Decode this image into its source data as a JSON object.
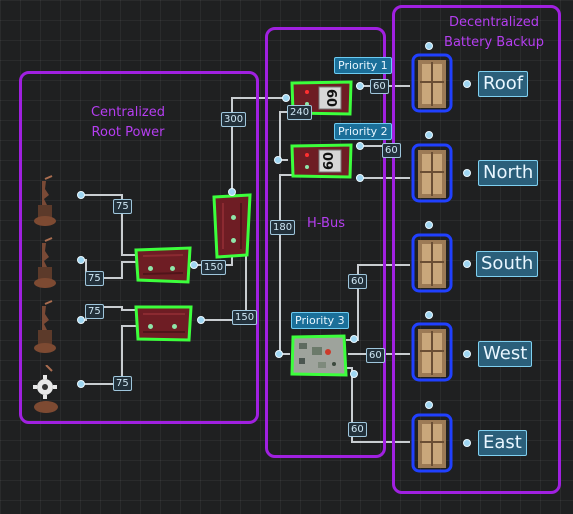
{
  "groups": {
    "centralized": {
      "title": "Centralized\nRoot Power"
    },
    "hbus": {
      "title": "H-Bus"
    },
    "decentralized": {
      "title": "Decentralized\nBattery Backup"
    }
  },
  "colors": {
    "group_border": "#a020e0",
    "wire": "#bfc3c7",
    "selected_outline": "#3cff3c",
    "battery_outline": "#2040ff",
    "flow_label_bg": "#22303a"
  },
  "generators": [
    {
      "icon": "generator-tower-icon"
    },
    {
      "icon": "generator-tower-icon"
    },
    {
      "icon": "generator-tower-icon"
    },
    {
      "icon": "gear-generator-icon"
    }
  ],
  "flows": {
    "g1": "75",
    "g2": "75",
    "g3": "75",
    "g4": "75",
    "b1_out": "150",
    "b2_out": "150",
    "tall_out": "300",
    "p1_in": "240",
    "p1_out": "60",
    "p2_out": "60",
    "hbus_left": "180",
    "p3_out": "60",
    "south_in": "60",
    "east_in": "60"
  },
  "switches": {
    "priority1": {
      "label": "Priority 1",
      "display": "60"
    },
    "priority2": {
      "label": "Priority 2",
      "display": "60"
    },
    "priority3": {
      "label": "Priority 3"
    }
  },
  "batteries": [
    {
      "label": "Roof"
    },
    {
      "label": "North"
    },
    {
      "label": "South"
    },
    {
      "label": "West"
    },
    {
      "label": "East"
    }
  ]
}
